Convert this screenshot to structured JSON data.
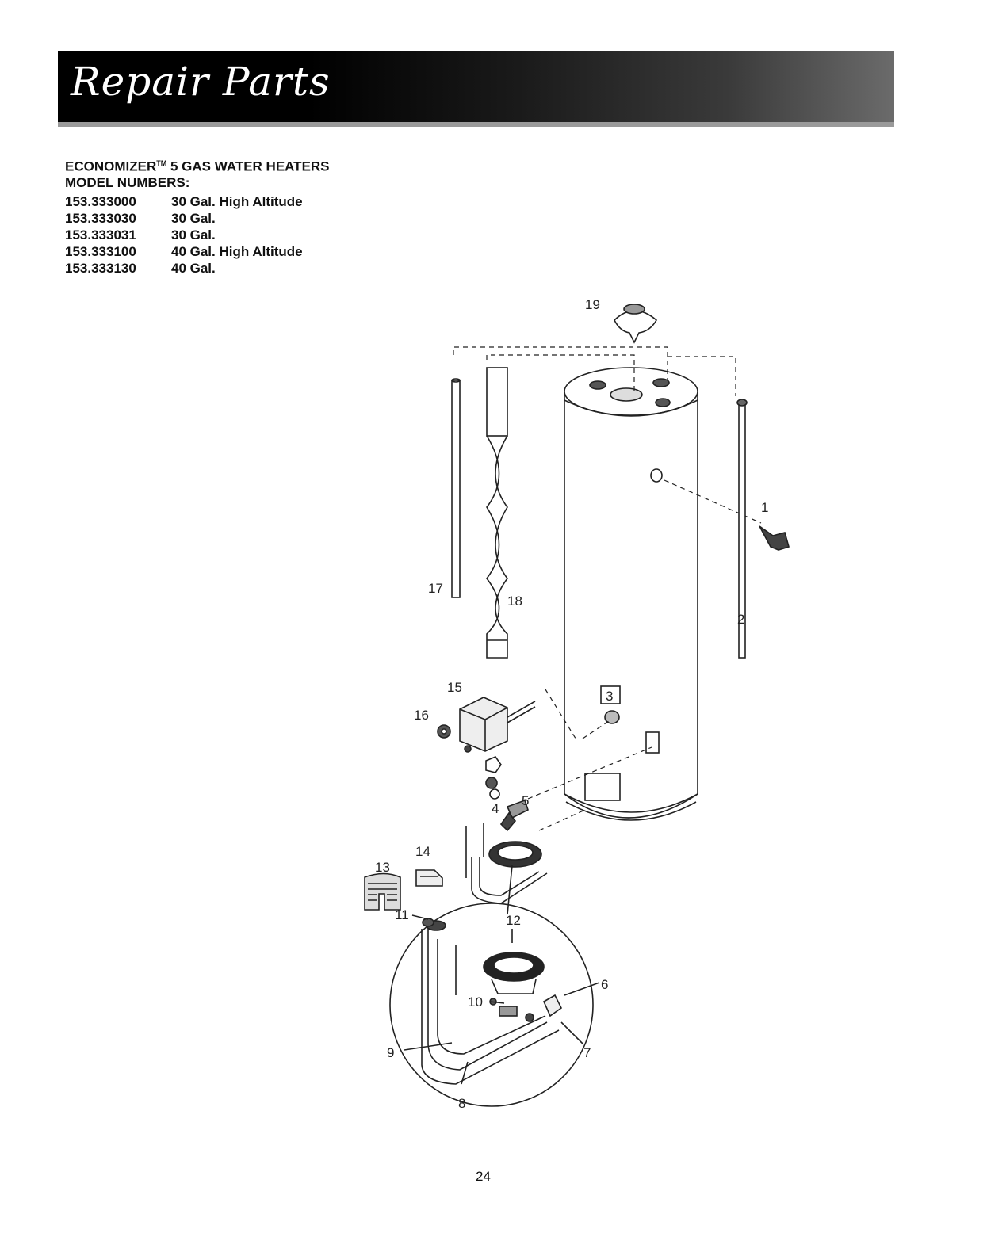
{
  "banner": {
    "title": "Repair Parts"
  },
  "product": {
    "name": "ECONOMIZER",
    "trademark": "TM",
    "suffix": "5 GAS WATER HEATERS",
    "models_heading": "MODEL NUMBERS:"
  },
  "models": [
    {
      "number": "153.333000",
      "description": "30 Gal. High Altitude"
    },
    {
      "number": "153.333030",
      "description": "30 Gal."
    },
    {
      "number": "153.333031",
      "description": "30 Gal."
    },
    {
      "number": "153.333100",
      "description": "40 Gal. High Altitude"
    },
    {
      "number": "153.333130",
      "description": "40 Gal."
    }
  ],
  "callouts": [
    "1",
    "2",
    "3",
    "4",
    "5",
    "6",
    "7",
    "8",
    "9",
    "10",
    "11",
    "12",
    "13",
    "14",
    "15",
    "16",
    "17",
    "18",
    "19"
  ],
  "page_number": "24"
}
